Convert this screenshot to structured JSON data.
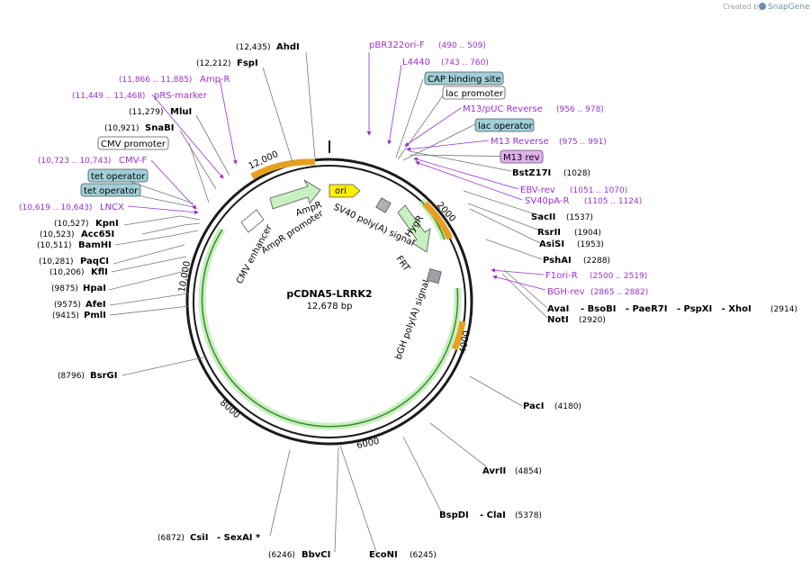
{
  "credit": {
    "text": "Created by",
    "brand": "SnapGene"
  },
  "plasmid": {
    "name": "pCDNA5-LRRK2",
    "length": "12,678 bp"
  },
  "ticks": [
    "2000",
    "4000",
    "6000",
    "8000",
    "10,000",
    "12,000"
  ],
  "features": {
    "ori": "ori",
    "hygr": "HygR",
    "ampr": "AmpR",
    "ampr_promoter": "AmpR promoter",
    "cmv_enhancer": "CMV enhancer",
    "sv40_polya": "SV40 poly(A) signal",
    "frt": "FRT",
    "bgh_polya": "bGH poly(A) signal"
  },
  "boxes": {
    "cap": "CAP binding site",
    "lac_promoter": "lac promoter",
    "lac_operator": "lac operator",
    "m13_rev": "M13 rev",
    "cmv_promoter": "CMV promoter",
    "tet_operator_1": "tet operator",
    "tet_operator_2": "tet operator"
  },
  "primers": {
    "pbr322": {
      "name": "pBR322ori-F",
      "range": "(490 .. 509)"
    },
    "l4440": {
      "name": "L4440",
      "range": "(743 .. 760)"
    },
    "m13puc": {
      "name": "M13/pUC Reverse",
      "range": "(956 .. 978)"
    },
    "m13rev": {
      "name": "M13 Reverse",
      "range": "(975 .. 991)"
    },
    "ebv": {
      "name": "EBV-rev",
      "range": "(1051 .. 1070)"
    },
    "sv40pa": {
      "name": "SV40pA-R",
      "range": "(1105 .. 1124)"
    },
    "f1ori": {
      "name": "F1ori-R",
      "range": "(2500 .. 2519)"
    },
    "bgh": {
      "name": "BGH-rev",
      "range": "(2865 .. 2882)"
    },
    "ampr": {
      "name": "Amp-R",
      "range": "(11,866 .. 11,885)"
    },
    "prs": {
      "name": "pRS-marker",
      "range": "(11,449 .. 11,468)"
    },
    "cmvf": {
      "name": "CMV-F",
      "range": "(10,723 .. 10,743)"
    },
    "lncx": {
      "name": "LNCX",
      "range": "(10,619 .. 10,643)"
    }
  },
  "enzymes": {
    "ahdi": {
      "name": "AhdI",
      "pos": "(12,435)"
    },
    "fspi": {
      "name": "FspI",
      "pos": "(12,212)"
    },
    "mlui": {
      "name": "MluI",
      "pos": "(11,279)"
    },
    "snabi": {
      "name": "SnaBI",
      "pos": "(10,921)"
    },
    "kpni": {
      "name": "KpnI",
      "pos": "(10,527)"
    },
    "acc65i": {
      "name": "Acc65I",
      "pos": "(10,523)"
    },
    "bamhi": {
      "name": "BamHI",
      "pos": "(10,511)"
    },
    "paqci": {
      "name": "PaqCI",
      "pos": "(10,281)"
    },
    "kfli": {
      "name": "KflI",
      "pos": "(10,206)"
    },
    "hpai": {
      "name": "HpaI",
      "pos": "(9875)"
    },
    "afei": {
      "name": "AfeI",
      "pos": "(9575)"
    },
    "pmli": {
      "name": "PmlI",
      "pos": "(9415)"
    },
    "bsrgi": {
      "name": "BsrGI",
      "pos": "(8796)"
    },
    "csii": {
      "name": "CsiI",
      "pos": "(6872)"
    },
    "sexai": {
      "name": "- SexAI *"
    },
    "bbvci": {
      "name": "BbvCI",
      "pos": "(6246)"
    },
    "econi": {
      "name": "EcoNI",
      "pos": "(6245)"
    },
    "bspdi": {
      "name": "BspDI",
      "pos": "(5378)"
    },
    "clai": {
      "name": "- ClaI"
    },
    "avrii": {
      "name": "AvrII",
      "pos": "(4854)"
    },
    "paci": {
      "name": "PacI",
      "pos": "(4180)"
    },
    "bstz17i": {
      "name": "BstZ17I",
      "pos": "(1028)"
    },
    "sacii": {
      "name": "SacII",
      "pos": "(1537)"
    },
    "rsrii": {
      "name": "RsrII",
      "pos": "(1904)"
    },
    "asisi": {
      "name": "AsiSI",
      "pos": "(1953)"
    },
    "pshai": {
      "name": "PshAI",
      "pos": "(2288)"
    },
    "avai": {
      "name": "AvaI",
      "rest": "- BsoBI   - PaeR7I   - PspXI   - XhoI",
      "pos": "(2914)"
    },
    "noti": {
      "name": "NotI",
      "pos": "(2920)"
    }
  },
  "colors": {
    "ring": "#1a1a1a",
    "green_fill": "#c8f0c0",
    "green_stroke": "#3a8a2a",
    "orange": "#e6a020",
    "ori_yellow": "#ffee00",
    "box_teal": "#9fcfd8",
    "box_violet": "#e0b0f0",
    "primer": "#9b30d0"
  }
}
